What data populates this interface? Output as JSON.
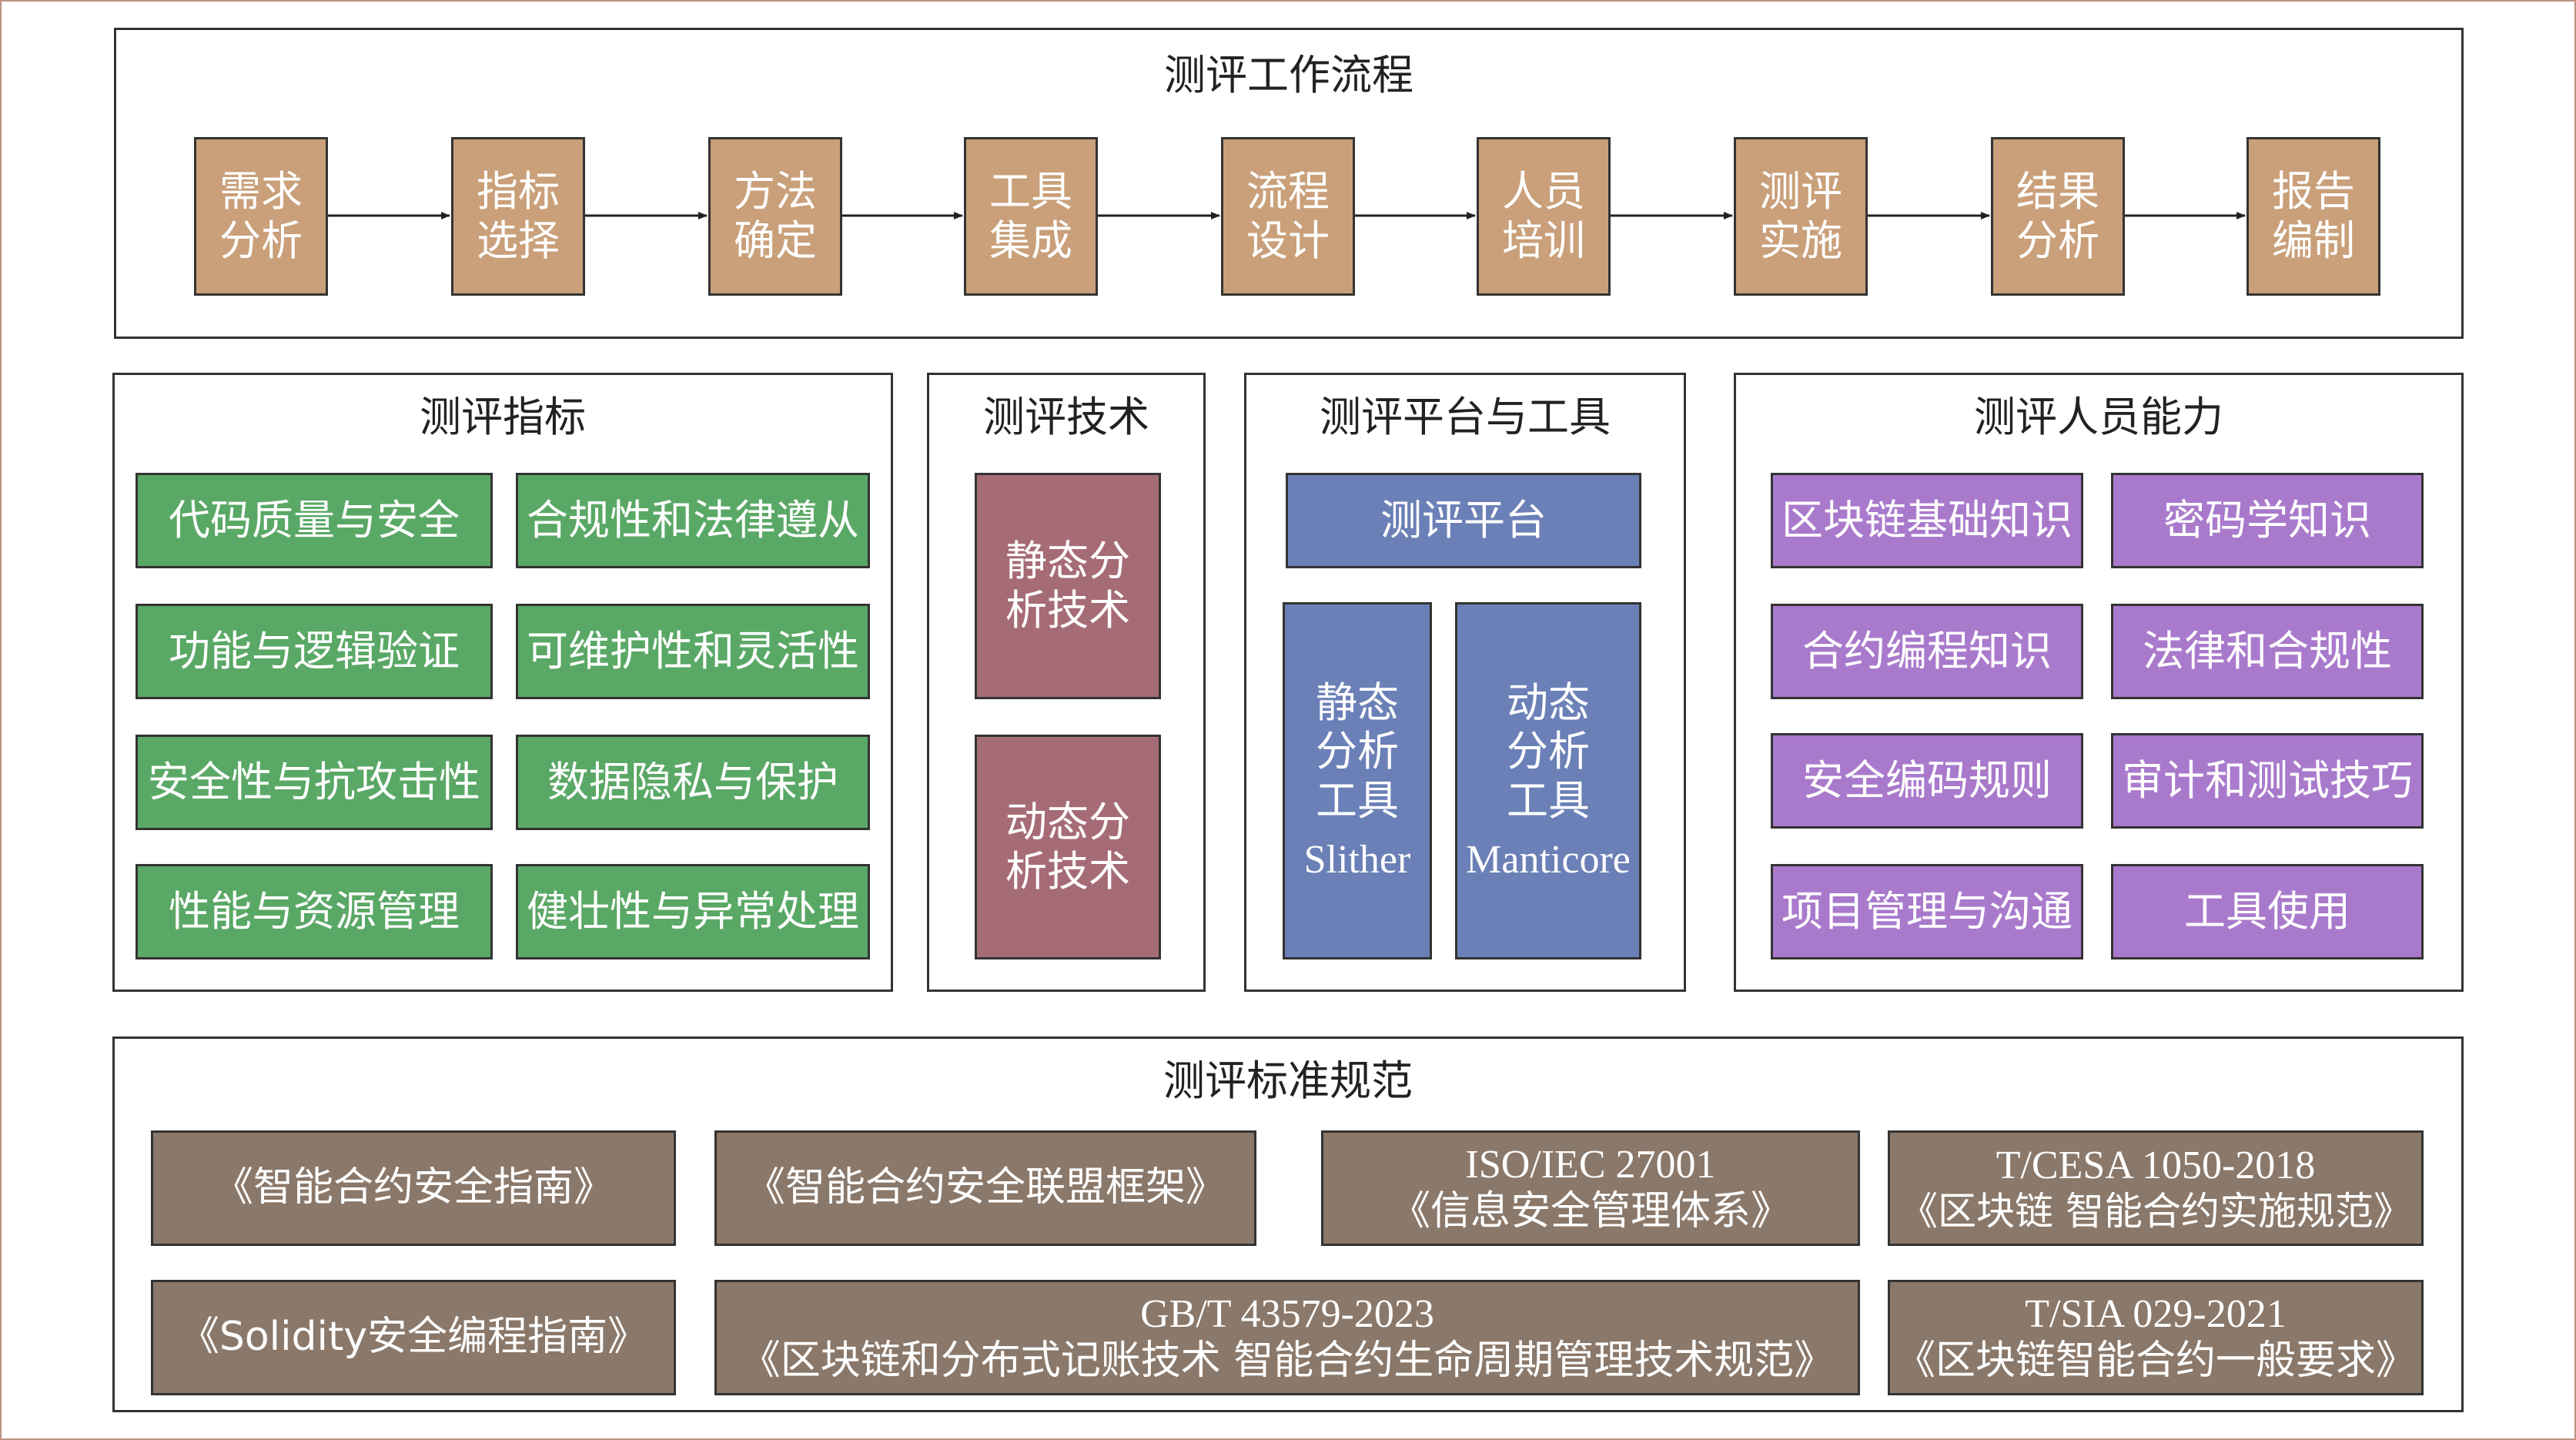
{
  "workflow": {
    "title": "测评工作流程",
    "steps": [
      {
        "line1": "需求",
        "line2": "分析"
      },
      {
        "line1": "指标",
        "line2": "选择"
      },
      {
        "line1": "方法",
        "line2": "确定"
      },
      {
        "line1": "工具",
        "line2": "集成"
      },
      {
        "line1": "流程",
        "line2": "设计"
      },
      {
        "line1": "人员",
        "line2": "培训"
      },
      {
        "line1": "测评",
        "line2": "实施"
      },
      {
        "line1": "结果",
        "line2": "分析"
      },
      {
        "line1": "报告",
        "line2": "编制"
      }
    ]
  },
  "indicators": {
    "title": "测评指标",
    "items": [
      "代码质量与安全",
      "合规性和法律遵从",
      "功能与逻辑验证",
      "可维护性和灵活性",
      "安全性与抗攻击性",
      "数据隐私与保护",
      "性能与资源管理",
      "健壮性与异常处理"
    ]
  },
  "techniques": {
    "title": "测评技术",
    "items": [
      {
        "line1": "静态分",
        "line2": "析技术"
      },
      {
        "line1": "动态分",
        "line2": "析技术"
      }
    ]
  },
  "platform": {
    "title": "测评平台与工具",
    "platform_label": "测评平台",
    "tools": [
      {
        "line1": "静态",
        "line2": "分析",
        "line3": "工具",
        "name": "Slither"
      },
      {
        "line1": "动态",
        "line2": "分析",
        "line3": "工具",
        "name": "Manticore"
      }
    ]
  },
  "personnel": {
    "title": "测评人员能力",
    "items": [
      "区块链基础知识",
      "密码学知识",
      "合约编程知识",
      "法律和合规性",
      "安全编码规则",
      "审计和测试技巧",
      "项目管理与沟通",
      "工具使用"
    ]
  },
  "standards": {
    "title": "测评标准规范",
    "items": [
      {
        "code": "",
        "name": "《智能合约安全指南》"
      },
      {
        "code": "",
        "name": "《智能合约安全联盟框架》"
      },
      {
        "code": "ISO/IEC 27001",
        "name": "《信息安全管理体系》"
      },
      {
        "code": "T/CESA 1050-2018",
        "name": "《区块链 智能合约实施规范》"
      },
      {
        "code": "",
        "name": "《Solidity安全编程指南》"
      },
      {
        "code": "GB/T 43579-2023",
        "name": "《区块链和分布式记账技术 智能合约生命周期管理技术规范》"
      },
      {
        "code": "T/SIA 029-2021",
        "name": "《区块链智能合约一般要求》"
      }
    ]
  },
  "colors": {
    "workflow_step": "#c9a07a",
    "indicator": "#5aa866",
    "technique": "#a66c76",
    "platform": "#6b80b6",
    "personnel": "#a97acc",
    "standard": "#8a786a"
  }
}
